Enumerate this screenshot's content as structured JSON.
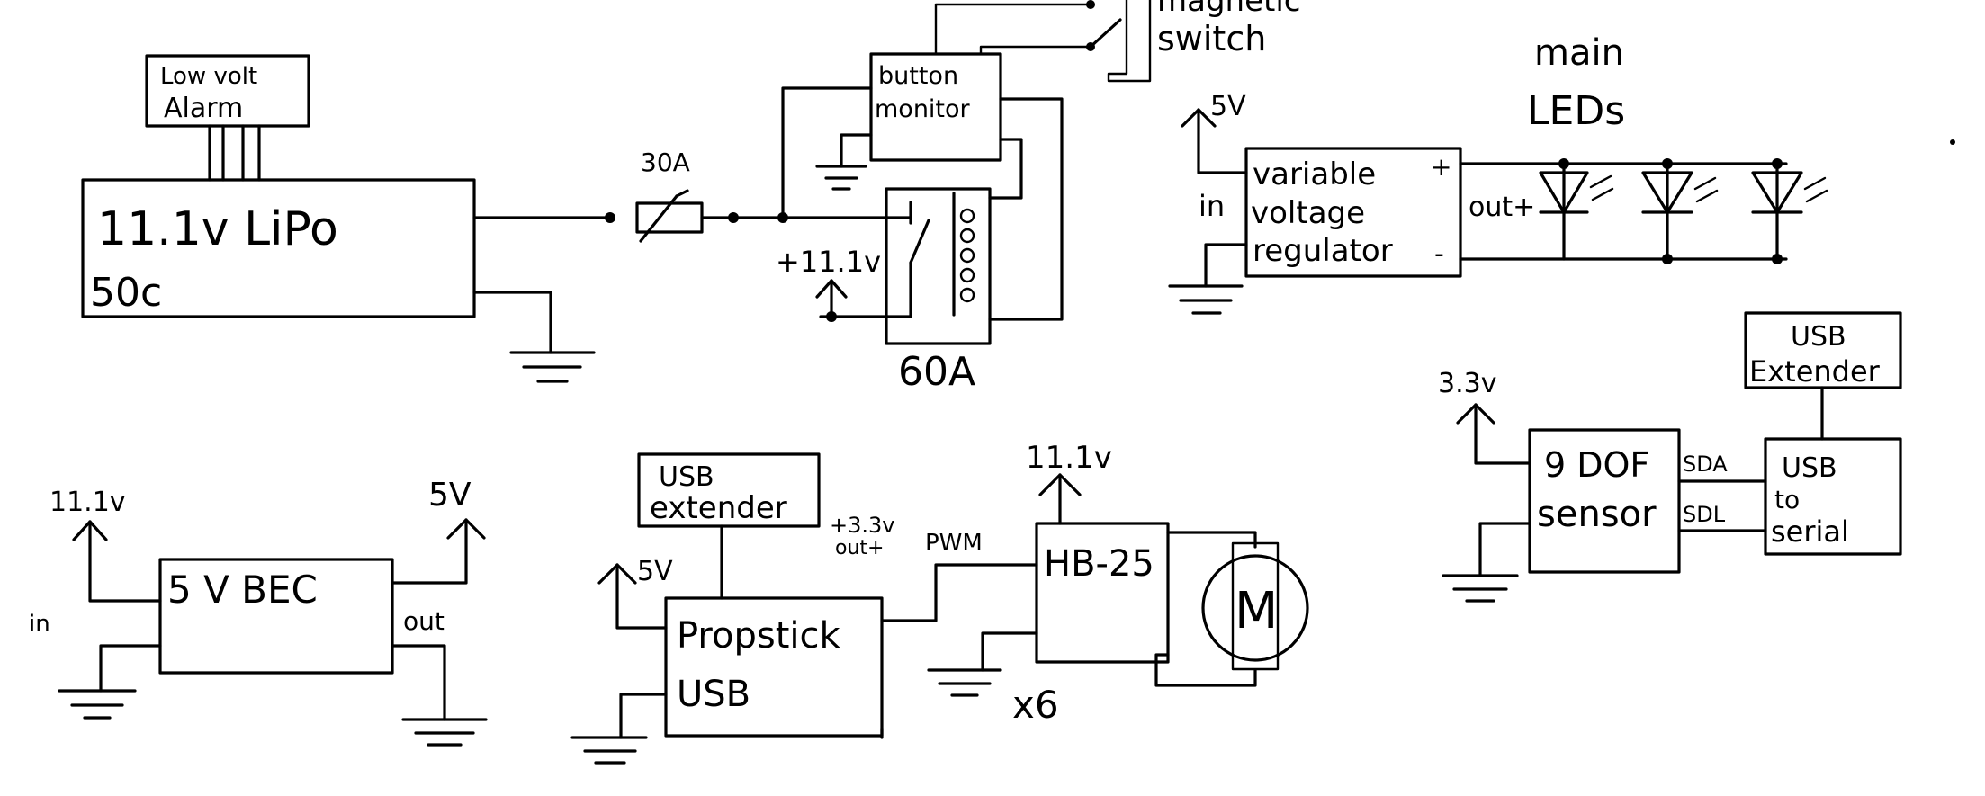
{
  "battery": {
    "alarm_line1": "Low volt",
    "alarm_line2": "Alarm",
    "label_line1": "11.1v LiPo",
    "label_line2": "50c"
  },
  "fuse_label": "30A",
  "button_monitor": {
    "line1": "button",
    "line2": "monitor"
  },
  "magnetic_switch": {
    "line1": "magnetic",
    "line2": "switch"
  },
  "relay": {
    "label": "60A",
    "supply": "+11.1v"
  },
  "regulator": {
    "supply": "5V",
    "in_label": "in",
    "line1": "variable",
    "line2": "voltage",
    "line3": "regulator",
    "plus": "+",
    "minus": "-",
    "out_label": "out+"
  },
  "main_leds": {
    "line1": "main",
    "line2": "LEDs"
  },
  "usb_extender_right": {
    "line1": "USB",
    "line2": "Extender"
  },
  "sensor": {
    "supply": "3.3v",
    "line1": "9 DOF",
    "line2": "sensor",
    "sda": "SDA",
    "scl": "SDL"
  },
  "usb_serial": {
    "line1": "USB",
    "line2": "to",
    "line3": "serial"
  },
  "bec": {
    "in_supply": "11.1v",
    "in_label": "in",
    "label": "5 V BEC",
    "out_label": "out",
    "out_supply": "5V"
  },
  "propstick": {
    "usb_ext_line1": "USB",
    "usb_ext_line2": "extender",
    "supply": "5V",
    "out_supply": "+3.3v",
    "out_label": "out+",
    "pwm_label": "PWM",
    "line1": "Propstick",
    "line2": "USB"
  },
  "hb25": {
    "supply": "11.1v",
    "label": "HB-25",
    "count": "x6",
    "motor_label": "M"
  }
}
